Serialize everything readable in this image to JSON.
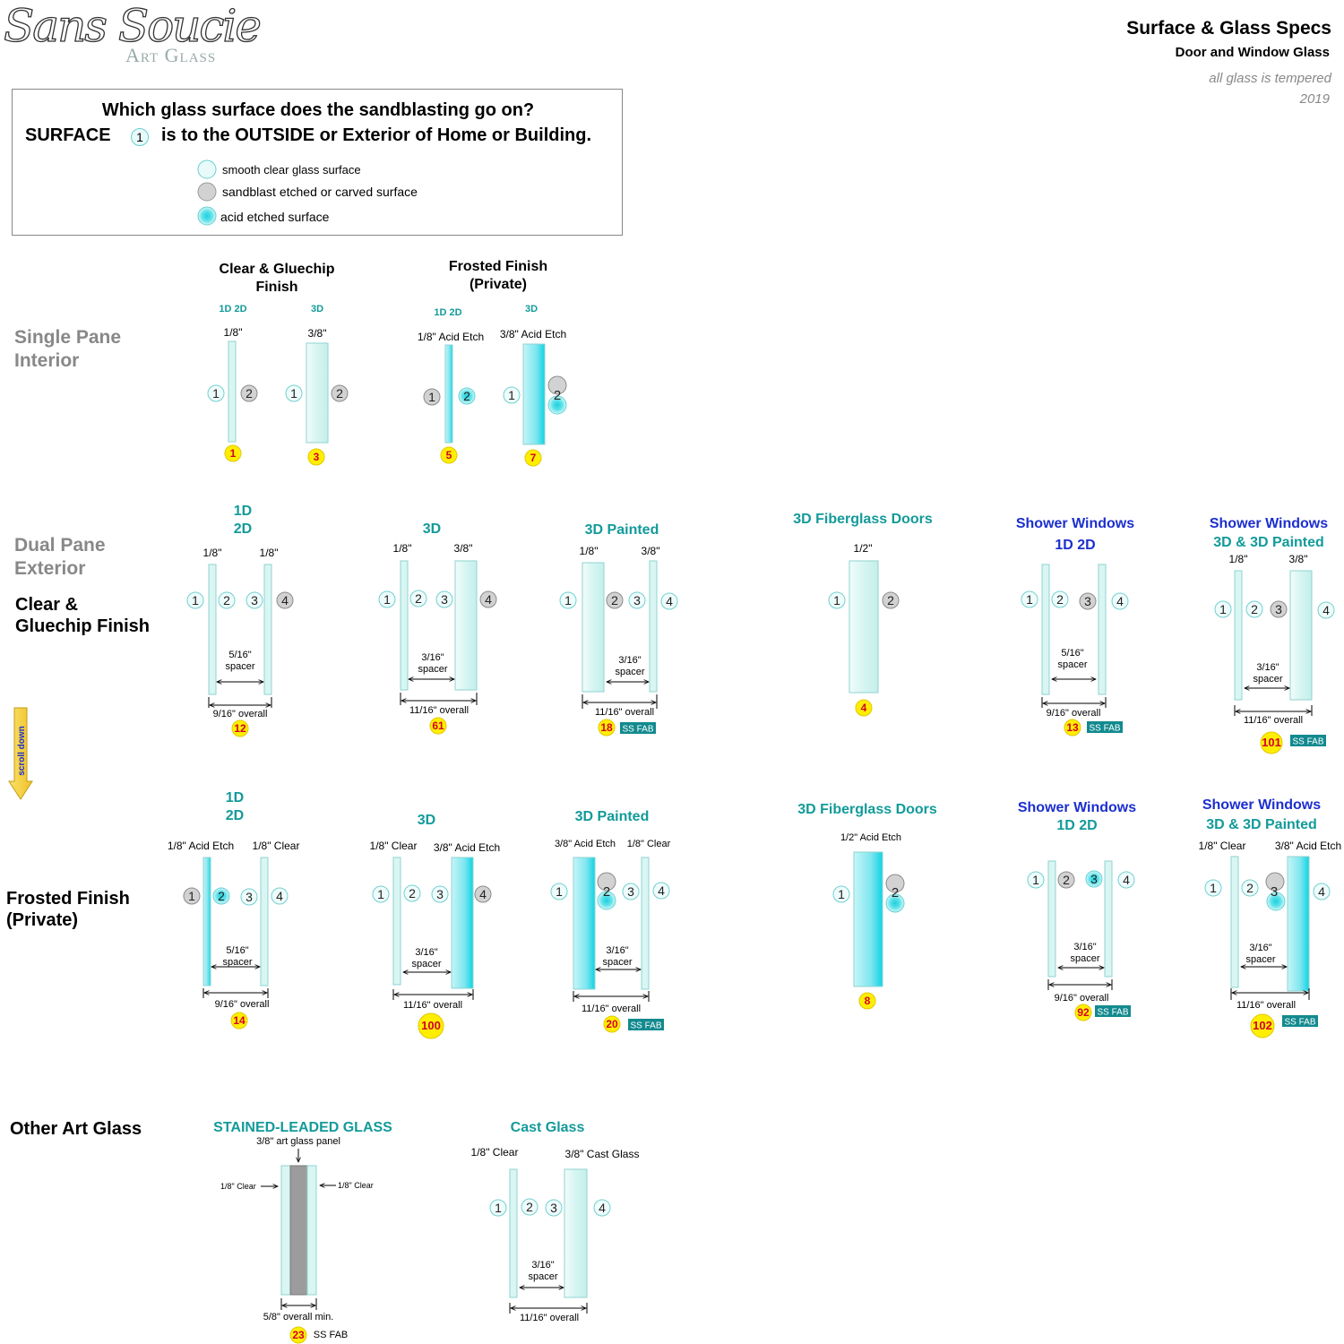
{
  "header": {
    "logo_script": "Sans Soucie",
    "logo_sub": "Art Glass",
    "title": "Surface & Glass Specs",
    "subtitle": "Door and Window Glass",
    "note": "all glass is tempered",
    "year": "2019"
  },
  "question": {
    "line1": "Which glass surface does the sandblasting go on?",
    "line2_pre": "SURFACE",
    "line2_num": "1",
    "line2_post": "is to the OUTSIDE or Exterior of Home or Building.",
    "legend": [
      {
        "label": "smooth clear glass surface",
        "fill": "clear"
      },
      {
        "label": "sandblast etched or carved surface",
        "fill": "sandblast"
      },
      {
        "label": "acid etched surface",
        "fill": "acid"
      }
    ]
  },
  "sections": {
    "single_pane": "Single Pane Interior",
    "single_pane_l1": "Single Pane",
    "single_pane_l2": "Interior",
    "dual_pane_l1": "Dual Pane",
    "dual_pane_l2": "Exterior",
    "clear_gluechip_l1": "Clear &",
    "clear_gluechip_l2": "Gluechip Finish",
    "frosted_l1": "Frosted Finish",
    "frosted_l2": "(Private)",
    "other": "Other Art Glass",
    "scroll": "scroll down"
  },
  "single": {
    "clear_title_l1": "Clear & Gluechip",
    "clear_title_l2": "Finish",
    "frosted_title_l1": "Frosted Finish",
    "frosted_title_l2": "(Private)",
    "cat_1d2d": "1D 2D",
    "cat_3d": "3D",
    "thick_18": "1/8\"",
    "thick_38": "3/8\"",
    "acid_18": "1/8\" Acid Etch",
    "acid_38": "3/8\" Acid Etch",
    "codes": [
      "1",
      "3",
      "5",
      "7"
    ]
  },
  "dual_clear": {
    "t1_l1": "1D",
    "t1_l2": "2D",
    "t2": "3D",
    "t3": "3D Painted",
    "t4": "3D Fiberglass Doors",
    "t5_l1": "Shower Windows",
    "t5_l2": "1D  2D",
    "t6_l1": "Shower Windows",
    "t6_l2": "3D & 3D Painted",
    "thick_18": "1/8\"",
    "thick_38": "3/8\"",
    "thick_12": "1/2\"",
    "spacer_516": "5/16\"",
    "spacer_316": "3/16\"",
    "spacer_word": "spacer",
    "overall_916": "9/16\" overall",
    "overall_1116": "11/16\" overall",
    "ssfab": "SS FAB",
    "codes": [
      "12",
      "61",
      "18",
      "4",
      "13",
      "101"
    ]
  },
  "dual_frosted": {
    "t1_l1": "1D",
    "t1_l2": "2D",
    "t2": "3D",
    "t3": "3D Painted",
    "t4": "3D Fiberglass Doors",
    "t5_l1": "Shower Windows",
    "t5_l2": "1D  2D",
    "t6_l1": "Shower Windows",
    "t6_l2": "3D & 3D Painted",
    "acid_18": "1/8\" Acid Etch",
    "clear_18": "1/8\" Clear",
    "acid_38": "3/8\" Acid Etch",
    "acid_12": "1/2\" Acid Etch",
    "codes": [
      "14",
      "100",
      "20",
      "8",
      "92",
      "102"
    ]
  },
  "other": {
    "stained_title": "STAINED-LEADED GLASS",
    "stained_panel": "3/8\" art glass panel",
    "stained_clear": "1/8\" Clear",
    "stained_overall": "5/8\" overall min.",
    "stained_code": "23",
    "stained_fab": "SS FAB",
    "cast_title": "Cast Glass",
    "cast_clear": "1/8\" Clear",
    "cast_glass": "3/8\" Cast Glass",
    "cast_spacer": "3/16\"",
    "cast_spacer_word": "spacer",
    "cast_overall": "11/16\" overall"
  },
  "colors": {
    "teal": "#139a9a",
    "blue": "#1c2fcf",
    "glass": "#d9f6f3",
    "acid": "#4fdde6",
    "sandblast": "#d2d2d2",
    "badge": "#ffee00",
    "badge_text": "#d4002a",
    "ssfab_bg": "#128a8f"
  }
}
